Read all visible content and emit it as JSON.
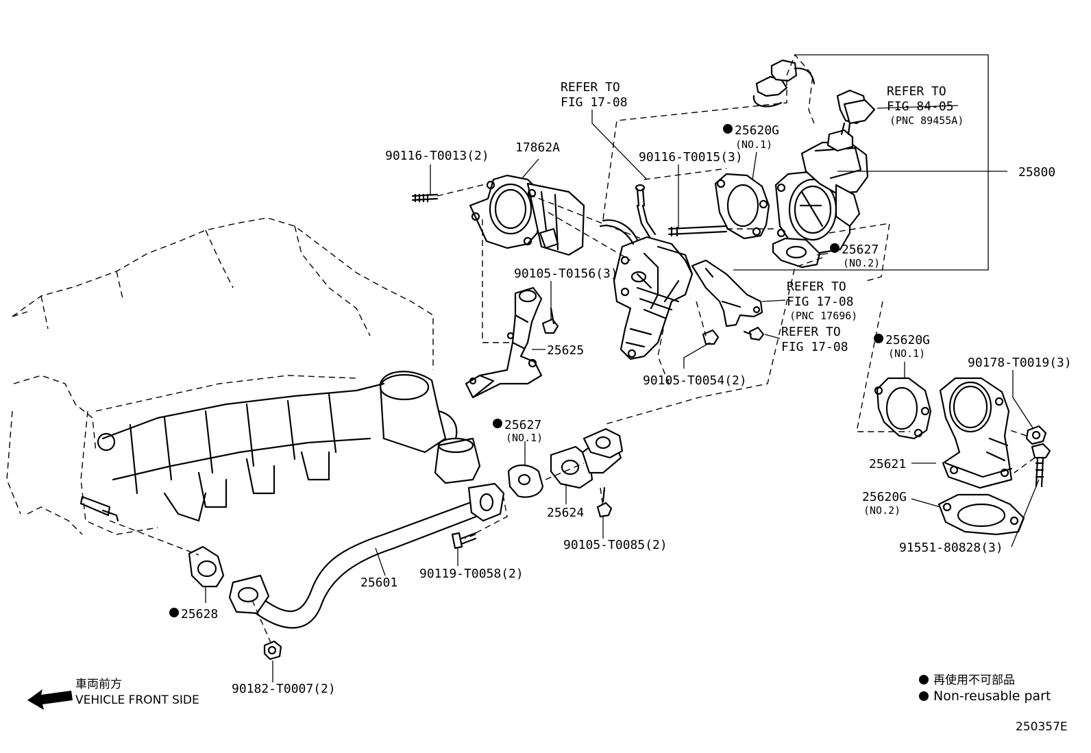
{
  "labels": {
    "p90116_t0013": "90116-T0013(2)",
    "p17862a": "17862A",
    "refer_17_08_a_1": "REFER TO",
    "refer_17_08_a_2": "FIG 17-08",
    "p25620g_top": "25620G",
    "no1_top": "(NO.1)",
    "p90116_t0015": "90116-T0015(3)",
    "refer_84_05_1": "REFER TO",
    "refer_84_05_2": "FIG 84-05",
    "refer_84_05_3": "(PNC 89455A)",
    "p25800": "25800",
    "p25627_top": "25627",
    "no2_top": "(NO.2)",
    "p90105_t0156": "90105-T0156(3)",
    "refer_17_08_b_1": "REFER TO",
    "refer_17_08_b_2": "FIG 17-08",
    "refer_17_08_b_3": "(PNC 17696)",
    "refer_17_08_c_1": "REFER TO",
    "refer_17_08_c_2": "FIG 17-08",
    "p25625": "25625",
    "p90105_t0054": "90105-T0054(2)",
    "p25620g_right": "25620G",
    "no1_right": "(NO.1)",
    "p90178_t0019": "90178-T0019(3)",
    "p25627_mid": "25627",
    "no1_mid": "(NO.1)",
    "p25621": "25621",
    "p25620g_low": "25620G",
    "no2_low": "(NO.2)",
    "p25624": "25624",
    "p90105_t0085": "90105-T0085(2)",
    "p91551_80828": "91551-80828(3)",
    "p25601": "25601",
    "p90119_t0058": "90119-T0058(2)",
    "p25628": "25628",
    "p90182_t0007": "90182-T0007(2)"
  },
  "legend": {
    "item1": "再使用不可部品",
    "item2": "Non-reusable part"
  },
  "direction": {
    "jp": "車両前方",
    "en": "VEHICLE FRONT SIDE"
  },
  "figure_id": "250357E"
}
